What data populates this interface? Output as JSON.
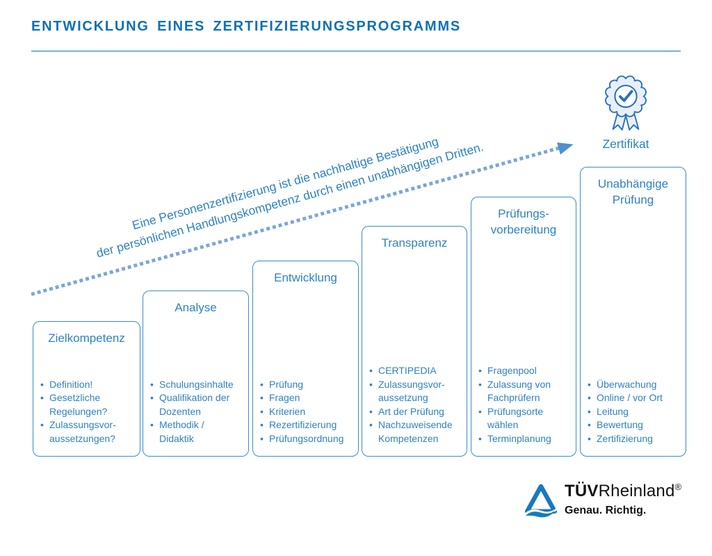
{
  "header": {
    "title": "ENTWICKLUNG EINES ZERTIFIZIERUNGSPROGRAMMS"
  },
  "arrow": {
    "caption_line1": "Eine Personenzertifizierung ist die nachhaltige Bestätigung",
    "caption_line2": "der persönlichen Handlungskompetenz durch einen unabhängigen Dritten.",
    "target": {
      "icon": "certificate-badge-icon",
      "label": "Zertifikat"
    }
  },
  "steps": [
    {
      "title": "Zielkompetenz",
      "bullets": [
        "Definition!",
        "Gesetzliche Regelungen?",
        "Zulassungsvor-aussetzungen?"
      ]
    },
    {
      "title": "Analyse",
      "bullets": [
        "Schulungsinhalte",
        "Qualifikation der Dozenten",
        "Methodik / Didaktik"
      ]
    },
    {
      "title": "Entwicklung",
      "bullets": [
        "Prüfung",
        "Fragen",
        "Kriterien",
        "Rezertifizierung",
        "Prüfungsordnung"
      ]
    },
    {
      "title": "Transparenz",
      "bullets": [
        "CERTIPEDIA",
        "Zulassungsvor-aussetzung",
        "Art der Prüfung",
        "Nachzuweisende Kompetenzen"
      ]
    },
    {
      "title": "Prüfungs-vorbereitung",
      "bullets": [
        "Fragenpool",
        "Zulassung von Fachprüfern",
        "Prüfungsorte wählen",
        "Terminplanung"
      ]
    },
    {
      "title": "Unabhängige Prüfung",
      "bullets": [
        "Überwachung",
        "Online / vor Ort",
        "Leitung",
        "Bewertung",
        "Zertifizierung"
      ]
    }
  ],
  "logo": {
    "brand_bold": "TÜV",
    "brand_regular": "Rheinland",
    "registered": "®",
    "tagline": "Genau. Richtig.",
    "icon": "tuv-triangle-icon"
  },
  "colors": {
    "title_blue": "#0d70b7",
    "box_border_blue": "#3c8cc8",
    "text_blue": "#2e82c3",
    "arrow_dot_blue": "#7da6d9",
    "arrow_head_blue": "#4f90ce",
    "badge_fill": "#e9effa",
    "badge_stroke": "#2a72bb",
    "logo_blue": "#1879c0",
    "logo_text": "#121212",
    "background": "#ffffff"
  }
}
